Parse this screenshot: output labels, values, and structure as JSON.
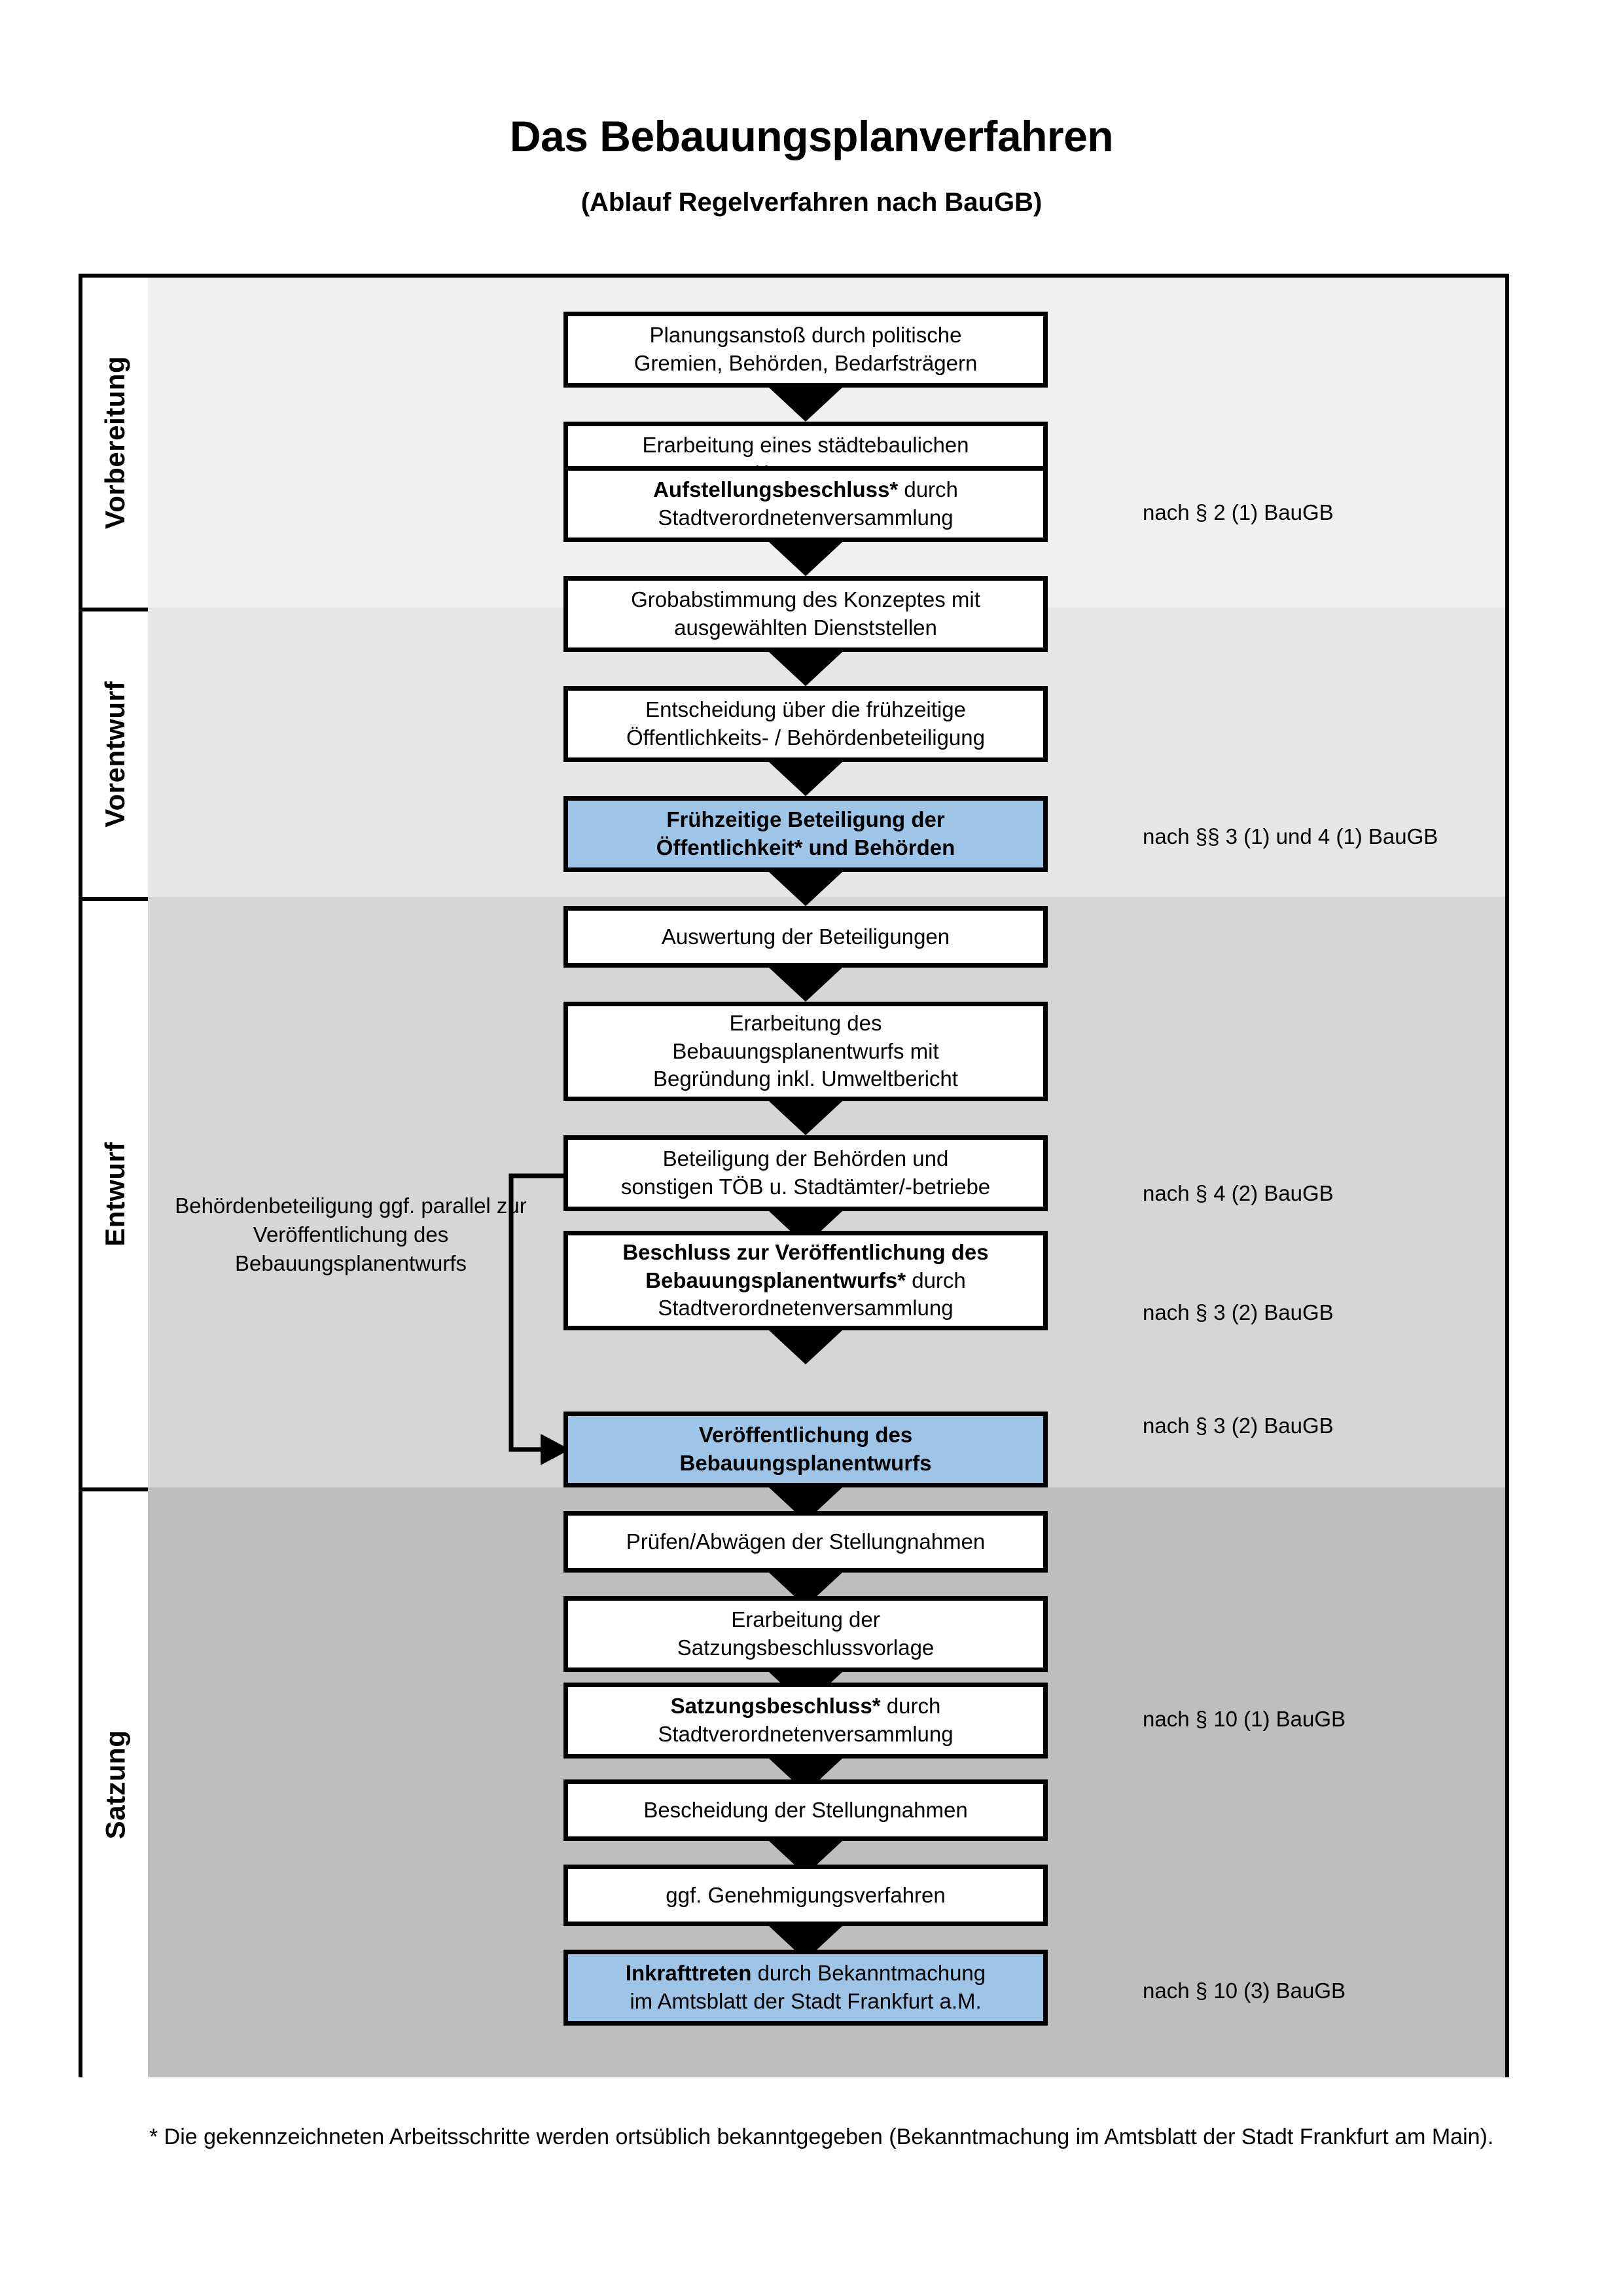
{
  "header": {
    "title": "Das Bebauungsplanverfahren",
    "subtitle": "(Ablauf Regelverfahren nach BauGB)"
  },
  "phases": [
    {
      "label": "Vorbereitung",
      "color": "#F0F0F0"
    },
    {
      "label": "Vorentwurf",
      "color": "#E6E6E6"
    },
    {
      "label": "Entwurf",
      "color": "#D6D6D6"
    },
    {
      "label": "Satzung",
      "color": "#BEBEBE"
    }
  ],
  "accent_blue": "#9EC5E8",
  "steps": [
    {
      "id": "planungsanstoss",
      "lines": [
        "Planungsanstoß durch politische",
        "Gremien, Behörden, Bedarfsträgern"
      ],
      "bold_prefix": "",
      "highlight": false
    },
    {
      "id": "konzept",
      "lines": [
        "Erarbeitung eines städtebaulichen",
        "Konzeptes"
      ],
      "bold_prefix": "",
      "highlight": false
    },
    {
      "id": "aufstellungsbeschluss",
      "lines": [
        "Aufstellungsbeschluss* durch",
        "Stadtverordnetenversammlung"
      ],
      "bold_prefix": "Aufstellungsbeschluss*",
      "bold_rest": " durch",
      "highlight": false
    },
    {
      "id": "grobabstimmung",
      "lines": [
        "Grobabstimmung des Konzeptes mit",
        "ausgewählten Dienststellen"
      ],
      "bold_prefix": "",
      "highlight": false
    },
    {
      "id": "entscheidung-beteiligung",
      "lines": [
        "Entscheidung über die frühzeitige",
        "Öffentlichkeits- / Behördenbeteiligung"
      ],
      "bold_prefix": "",
      "highlight": false
    },
    {
      "id": "fruehzeitige-beteiligung",
      "lines": [
        "Frühzeitige Beteiligung der",
        "Öffentlichkeit* und Behörden"
      ],
      "bold_prefix": "ALL",
      "highlight": true
    },
    {
      "id": "auswertung",
      "lines": [
        "Auswertung der Beteiligungen"
      ],
      "bold_prefix": "",
      "highlight": false
    },
    {
      "id": "erarbeitung-entwurf",
      "lines": [
        "Erarbeitung des",
        "Bebauungsplanentwurfs mit",
        "Begründung inkl. Umweltbericht"
      ],
      "bold_prefix": "",
      "highlight": false
    },
    {
      "id": "beteiligung-behoerden",
      "lines": [
        "Beteiligung der Behörden und",
        "sonstigen TÖB u. Stadtämter/-betriebe"
      ],
      "bold_prefix": "",
      "highlight": false
    },
    {
      "id": "beschluss-veroeffentlichung",
      "lines": [
        "Beschluss zur Veröffentlichung des",
        "Bebauungsplanentwurfs* durch",
        "Stadtverordnetenversammlung"
      ],
      "bold_prefix": "SPECIAL",
      "highlight": false
    },
    {
      "id": "veroeffentlichung",
      "lines": [
        "Veröffentlichung des",
        "Bebauungsplanentwurfs"
      ],
      "bold_prefix": "ALL",
      "highlight": true
    },
    {
      "id": "pruefen-abwaegen",
      "lines": [
        "Prüfen/Abwägen der Stellungnahmen"
      ],
      "bold_prefix": "",
      "highlight": false
    },
    {
      "id": "satzungsbeschlussvorlage",
      "lines": [
        "Erarbeitung der",
        "Satzungsbeschlussvorlage"
      ],
      "bold_prefix": "",
      "highlight": false
    },
    {
      "id": "satzungsbeschluss",
      "lines": [
        "Satzungsbeschluss* durch",
        "Stadtverordnetenversammlung"
      ],
      "bold_prefix": "Satzungsbeschluss*",
      "bold_rest": " durch",
      "highlight": false
    },
    {
      "id": "bescheidung",
      "lines": [
        "Bescheidung der Stellungnahmen"
      ],
      "bold_prefix": "",
      "highlight": false
    },
    {
      "id": "genehmigungsverfahren",
      "lines": [
        "ggf. Genehmigungsverfahren"
      ],
      "bold_prefix": "",
      "highlight": false
    },
    {
      "id": "inkrafttreten",
      "lines": [
        "Inkrafttreten durch Bekanntmachung",
        "im Amtsblatt der Stadt Frankfurt a.M."
      ],
      "bold_prefix": "Inkrafttreten",
      "bold_rest": " durch Bekanntmachung",
      "highlight": true
    }
  ],
  "legal_refs": [
    {
      "id": "ref-par2",
      "text": "nach § 2 (1) BauGB"
    },
    {
      "id": "ref-par3-4",
      "text": "nach §§ 3 (1) und 4 (1) BauGB"
    },
    {
      "id": "ref-par4-2",
      "text": "nach § 4 (2) BauGB"
    },
    {
      "id": "ref-par3-2a",
      "text": "nach § 3 (2) BauGB"
    },
    {
      "id": "ref-par3-2b",
      "text": "nach § 3 (2) BauGB"
    },
    {
      "id": "ref-par10-1",
      "text": "nach § 10 (1) BauGB"
    },
    {
      "id": "ref-par10-3",
      "text": "nach § 10 (3) BauGB"
    }
  ],
  "side_note": {
    "lines": [
      "Behördenbeteiligung",
      "ggf. parallel zur",
      "Veröffentlichung des",
      "Bebauungsplanentwurfs"
    ]
  },
  "footnote": {
    "text": "* Die gekennzeichneten Arbeitsschritte werden ortsüblich bekanntgegeben (Bekanntmachung im Amtsblatt  der Stadt Frankfurt am Main)."
  }
}
